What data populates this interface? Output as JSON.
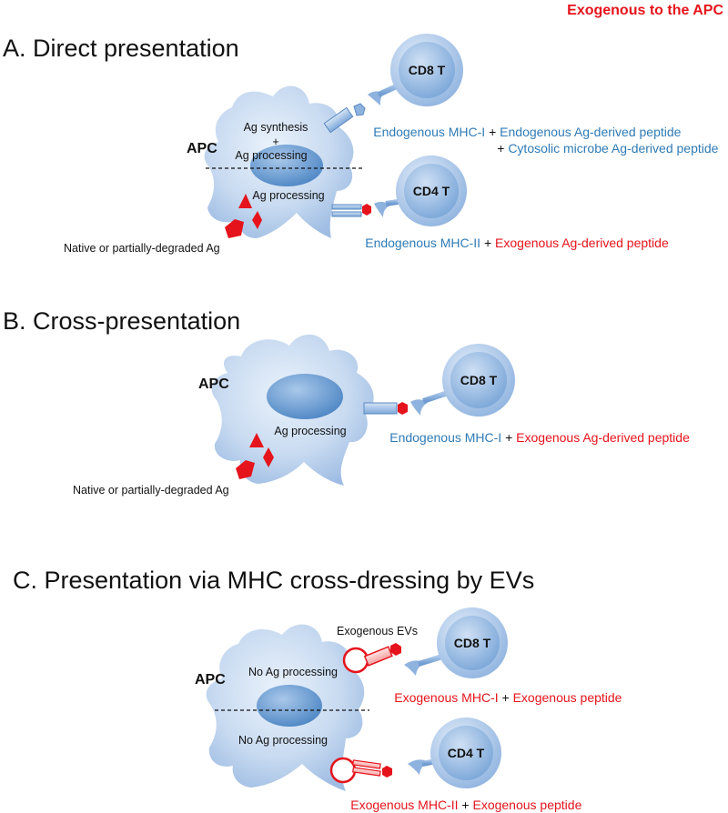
{
  "legend": {
    "exogenous_label": "Exogenous to the APC"
  },
  "colors": {
    "endogenous": "#2f7bb5",
    "exogenous": "#e5141c",
    "cell_fill": "#bcd3ee",
    "nucleus": "#5f94cc"
  },
  "panels": {
    "a": {
      "title": "A. Direct presentation",
      "apc_label": "APC",
      "cd8_label": "CD8 T",
      "cd4_label": "CD4 T",
      "nuc_line1": "Ag synthesis",
      "nuc_line2": "+",
      "nuc_line3": "Ag processing",
      "lower_label": "Ag processing",
      "native_label": "Native or partially-degraded Ag",
      "mhc1_line": {
        "p1": "Endogenous MHC-I",
        "plus1": " + ",
        "p2": "Endogenous Ag-derived peptide"
      },
      "mhc1_line2": {
        "plus": "+ ",
        "p": "Cytosolic microbe Ag-derived peptide"
      },
      "mhc2_line": {
        "p1": "Endogenous MHC-II",
        "plus": " + ",
        "p2": "Exogenous Ag-derived peptide"
      }
    },
    "b": {
      "title": "B. Cross-presentation",
      "apc_label": "APC",
      "cd8_label": "CD8 T",
      "proc_label": "Ag processing",
      "native_label": "Native or partially-degraded Ag",
      "mhc1_line": {
        "p1": "Endogenous MHC-I",
        "plus": " + ",
        "p2": "Exogenous Ag-derived peptide"
      }
    },
    "c": {
      "title": "C. Presentation via MHC cross-dressing by EVs",
      "apc_label": "APC",
      "cd8_label": "CD8 T",
      "cd4_label": "CD4 T",
      "upper_label": "No Ag processing",
      "lower_label": "No Ag processing",
      "evs_label": "Exogenous EVs",
      "mhc1_line": {
        "p1": "Exogenous MHC-I",
        "plus": " + ",
        "p2": "Exogenous peptide"
      },
      "mhc2_line": {
        "p1": "Exogenous MHC-II",
        "plus": " + ",
        "p2": "Exogenous peptide"
      }
    }
  }
}
